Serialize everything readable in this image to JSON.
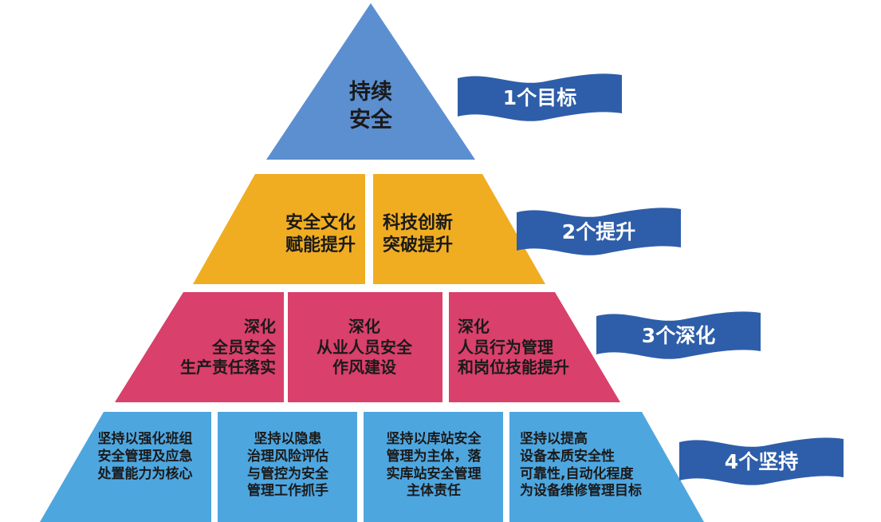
{
  "colors": {
    "apex": "#5b8fd0",
    "level2": "#f0ad22",
    "level3": "#d9406b",
    "level4": "#4ea6df",
    "ribbon": "#2e5ea9",
    "text": "#1a1a1a",
    "ribbon_text": "#ffffff"
  },
  "pyramid": {
    "apex": {
      "lines": [
        "持续",
        "安全"
      ]
    },
    "level2": [
      {
        "lines": [
          "安全文化",
          "赋能提升"
        ]
      },
      {
        "lines": [
          "科技创新",
          "突破提升"
        ]
      }
    ],
    "level3": [
      {
        "lines": [
          "深化",
          "全员安全",
          "生产责任落实"
        ]
      },
      {
        "lines": [
          "深化",
          "从业人员安全",
          "作风建设"
        ]
      },
      {
        "lines": [
          "深化",
          "人员行为管理",
          "和岗位技能提升"
        ]
      }
    ],
    "level4": [
      {
        "lines": [
          "坚持以强化班组",
          "安全管理及应急",
          "处置能力为核心"
        ]
      },
      {
        "lines": [
          "坚持以隐患",
          "治理风险评估",
          "与管控为安全",
          "管理工作抓手"
        ]
      },
      {
        "lines": [
          "坚持以库站安全",
          "管理为主体，落",
          "实库站安全管理",
          "主体责任"
        ]
      },
      {
        "lines": [
          "坚持以提高",
          "设备本质安全性",
          "可靠性,自动化程度",
          "为设备维修管理目标"
        ]
      }
    ]
  },
  "ribbons": [
    {
      "label": "1个目标"
    },
    {
      "label": "2个提升"
    },
    {
      "label": "3个深化"
    },
    {
      "label": "4个坚持"
    }
  ]
}
